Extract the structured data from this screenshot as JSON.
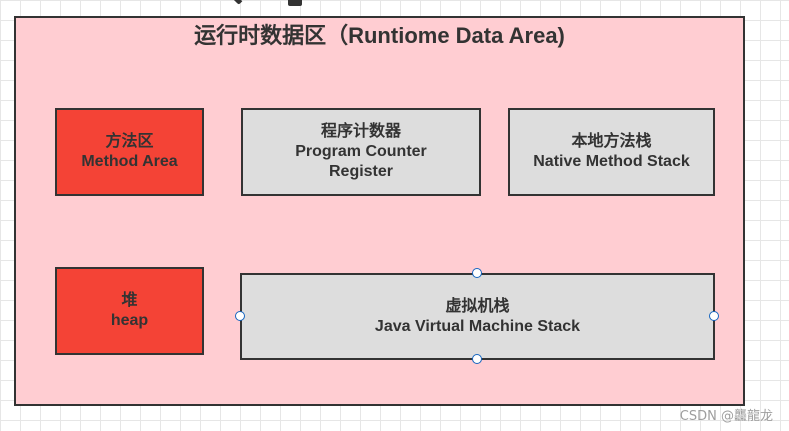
{
  "title": "运行时数据区（Runtiome Data Area)",
  "boxes": {
    "method_area": {
      "line1": "方法区",
      "line2": "Method Area",
      "color": "#f44336"
    },
    "pc_register": {
      "line1": "程序计数器",
      "line2": "Program Counter",
      "line3": "Register",
      "color": "#dddddd"
    },
    "native_stack": {
      "line1": "本地方法栈",
      "line2": "Native Method Stack",
      "color": "#dddddd"
    },
    "heap": {
      "line1": "堆",
      "line2": "heap",
      "color": "#f44336"
    },
    "jvm_stack": {
      "line1": "虚拟机栈",
      "line2": "Java Virtual Machine Stack",
      "color": "#dddddd"
    }
  },
  "container_color": "#ffcdd2",
  "watermark": "CSDN @龘龍龙"
}
